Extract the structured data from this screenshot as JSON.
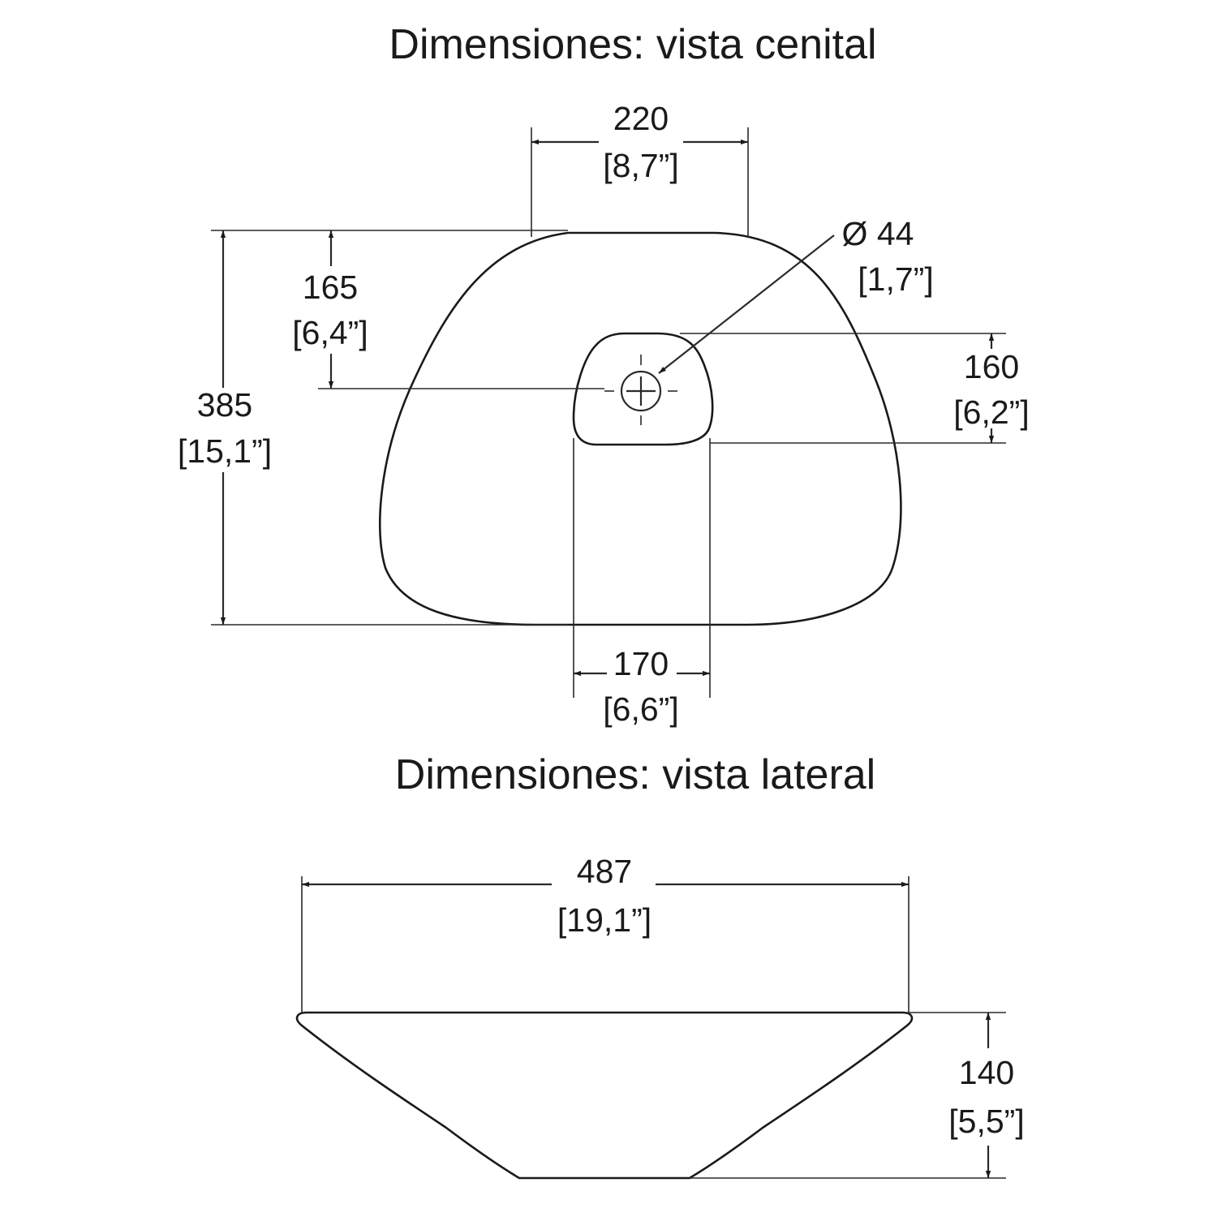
{
  "titles": {
    "top_view": "Dimensiones: vista cenital",
    "side_view": "Dimensiones: vista lateral"
  },
  "top_view": {
    "top_width": {
      "mm": "220",
      "inch": "[8,7”]"
    },
    "depth": {
      "mm": "385",
      "inch": "[15,1”]"
    },
    "drain_offset": {
      "mm": "165",
      "inch": "[6,4”]"
    },
    "drain_diameter": {
      "mm": "Ø 44",
      "inch": "[1,7”]"
    },
    "drain_recess_depth": {
      "mm": "160",
      "inch": "[6,2”]"
    },
    "drain_recess_width": {
      "mm": "170",
      "inch": "[6,6”]"
    }
  },
  "side_view": {
    "width": {
      "mm": "487",
      "inch": "[19,1”]"
    },
    "height": {
      "mm": "140",
      "inch": "[5,5”]"
    }
  }
}
